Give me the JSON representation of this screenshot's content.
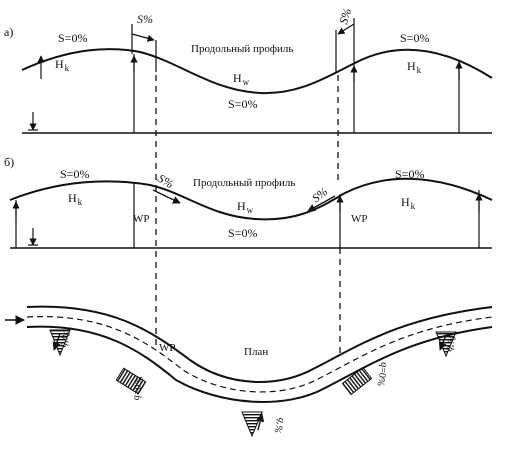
{
  "profile_a": {
    "label": "а)",
    "title": "Продольный профиль",
    "slope_left": "S=0%",
    "slope_mid": "S=0%",
    "slope_right": "S=0%",
    "crown_left": "H",
    "crown_left_sub": "k",
    "crown_right": "H",
    "crown_right_sub": "k",
    "sag": "H",
    "sag_sub": "w",
    "transition_left": "S%",
    "transition_right": "S%"
  },
  "profile_b": {
    "label": "б)",
    "title": "Продольный профиль",
    "slope_left": "S=0%",
    "slope_mid": "S=0%",
    "slope_right": "S=0%",
    "crown_left": "H",
    "crown_left_sub": "k",
    "crown_right": "H",
    "crown_right_sub": "k",
    "sag": "H",
    "sag_sub": "w",
    "transition_left": "S%",
    "transition_right": "S%",
    "wp_left": "WP",
    "wp_right": "WP"
  },
  "plan": {
    "title": "План",
    "wp": "WP",
    "q_left": "q,%",
    "q_right": "q,%",
    "q_bottom": "q,%",
    "q_zero_left": "q=0%",
    "q_zero_right": "q=0%"
  }
}
